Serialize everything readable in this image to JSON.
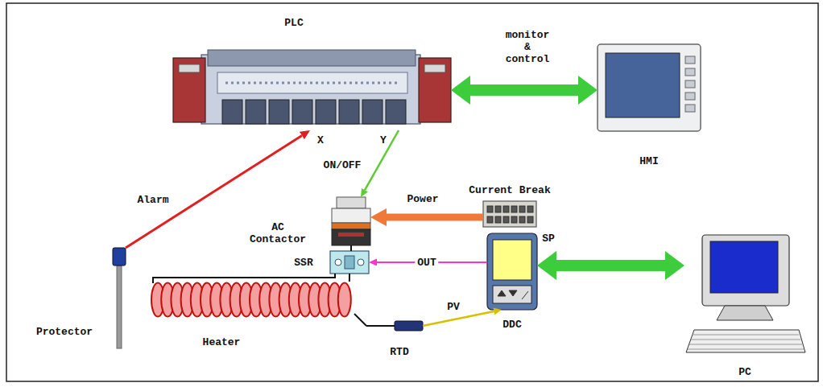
{
  "diagram": {
    "nodes": [
      {
        "text": [
          "PLC"
        ]
      },
      {
        "text": [
          "HMI"
        ]
      },
      {
        "text": [
          "AC Contactor"
        ]
      },
      {
        "text": [
          "Current Break"
        ]
      },
      {
        "text": [
          "SSR"
        ]
      },
      {
        "text": [
          "DDC"
        ]
      },
      {
        "text": [
          "PC"
        ]
      },
      {
        "text": [
          "Protector"
        ]
      },
      {
        "text": [
          "Heater"
        ]
      },
      {
        "text": [
          "RTD"
        ]
      }
    ],
    "edges": [
      {
        "from": 0,
        "to": 1,
        "label": "monitor & control",
        "arrow": "both"
      },
      {
        "from": 0,
        "to": 2,
        "label": "ON/OFF",
        "arrow": "to"
      },
      {
        "from": 7,
        "to": 0,
        "label": "Alarm",
        "arrow": "to"
      },
      {
        "from": 3,
        "to": 2,
        "label": "Power",
        "arrow": "to"
      },
      {
        "from": 2,
        "to": 4,
        "arrow": "none"
      },
      {
        "from": 5,
        "to": 4,
        "label": "OUT",
        "arrow": "to"
      },
      {
        "from": 4,
        "to": 8,
        "arrow": "none"
      },
      {
        "from": 8,
        "to": 9,
        "arrow": "none"
      },
      {
        "from": 9,
        "to": 5,
        "label": "PV",
        "arrow": "to"
      },
      {
        "from": 5,
        "to": 6,
        "arrow": "both"
      }
    ],
    "labels": [
      "X",
      "Y",
      "SP"
    ]
  }
}
